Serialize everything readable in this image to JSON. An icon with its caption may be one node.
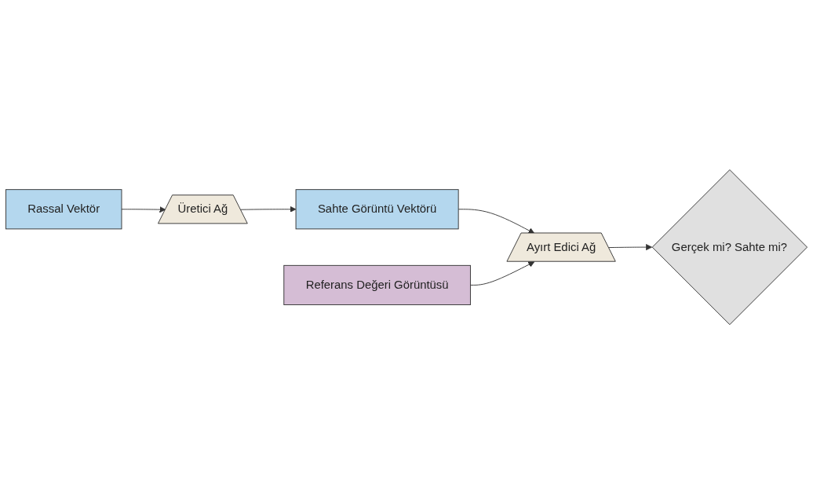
{
  "diagram": {
    "nodes": [
      {
        "text": [
          "Rassal Vektör"
        ]
      },
      {
        "text": [
          "Üretici Ağ"
        ]
      },
      {
        "text": [
          "Sahte Görüntü Vektörü"
        ]
      },
      {
        "text": [
          "Referans Değeri Görüntüsü"
        ]
      },
      {
        "text": [
          "Ayırt Edici Ağ"
        ]
      },
      {
        "text": [
          "Gerçek mi? Sahte mi?"
        ]
      }
    ],
    "edges": [
      {
        "from": 0,
        "to": 1,
        "arrow": "to"
      },
      {
        "from": 1,
        "to": 2,
        "arrow": "to"
      },
      {
        "from": 2,
        "to": 4,
        "arrow": "to"
      },
      {
        "from": 3,
        "to": 4,
        "arrow": "to"
      },
      {
        "from": 4,
        "to": 5,
        "arrow": "to"
      }
    ]
  }
}
